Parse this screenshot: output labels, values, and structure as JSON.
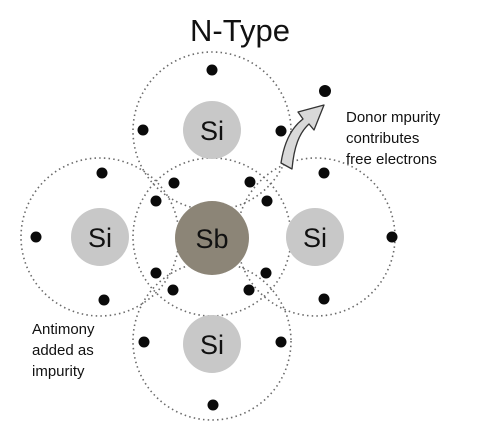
{
  "title": "N-Type",
  "atoms": [
    {
      "id": "top",
      "label": "Si",
      "kind": "silicon"
    },
    {
      "id": "left",
      "label": "Si",
      "kind": "silicon"
    },
    {
      "id": "center",
      "label": "Sb",
      "kind": "antimony"
    },
    {
      "id": "right",
      "label": "Si",
      "kind": "silicon"
    },
    {
      "id": "bottom",
      "label": "Si",
      "kind": "silicon"
    }
  ],
  "annotations": {
    "donor": [
      "Donor mpurity",
      "contributes",
      "free electrons"
    ],
    "antimony": [
      "Antimony",
      "added as",
      "impurity"
    ]
  },
  "colors": {
    "silicon_fill": "#c8c8c8",
    "antimony_fill": "#8c8577",
    "arrow_fill": "#d9d9d9",
    "electron": "#0a0a0a",
    "orbit": "#6a6a6a"
  },
  "icons": {
    "free_electron_arrow": "curved-arrow-icon"
  }
}
